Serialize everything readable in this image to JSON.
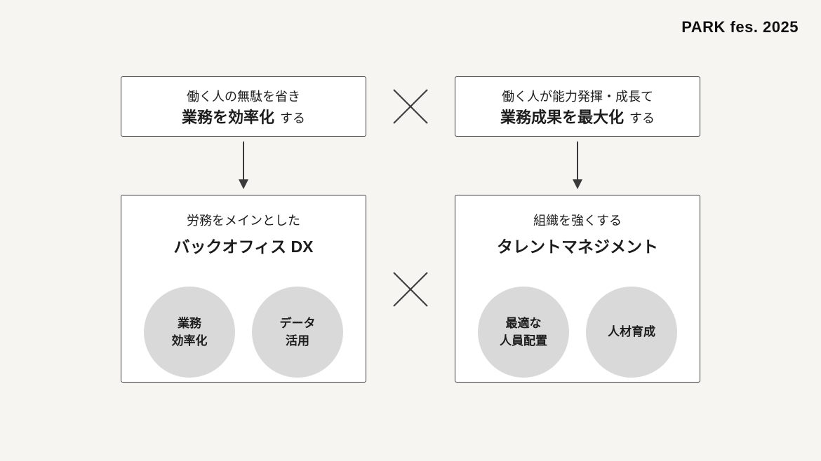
{
  "page": {
    "brand": "PARK fes. 2025"
  },
  "diagram": {
    "top_left_box": {
      "line1": "働く人の無駄を省き",
      "line2_strong": "業務を効率化",
      "line2_suffix": "する"
    },
    "top_right_box": {
      "line1": "働く人が能力発揮・成長て",
      "line2_strong": "業務成果を最大化",
      "line2_suffix": "する"
    },
    "bottom_left_box": {
      "line1": "労務をメインとした",
      "line2": "バックオフィス DX",
      "circles": [
        {
          "label": "業務\n効率化"
        },
        {
          "label": "データ\n活用"
        }
      ]
    },
    "bottom_right_box": {
      "line1": "組織を強くする",
      "line2": "タレントマネジメント",
      "circles": [
        {
          "label": "最適な\n人員配置"
        },
        {
          "label": "人材育成"
        }
      ]
    }
  }
}
